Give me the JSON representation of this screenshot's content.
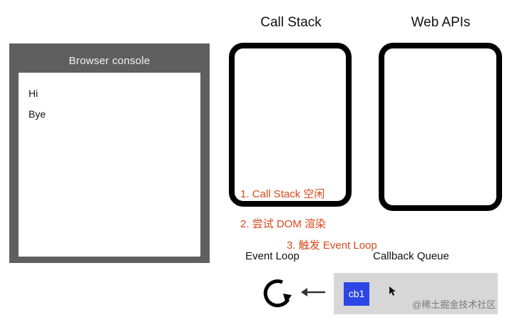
{
  "console": {
    "title": "Browser console",
    "lines": [
      "Hi",
      "Bye"
    ]
  },
  "headings": {
    "call_stack": "Call Stack",
    "web_apis": "Web APIs"
  },
  "steps": [
    "1. Call Stack 空闲",
    "2. 尝试 DOM 渲染",
    "3. 触发 Event Loop"
  ],
  "event_loop": {
    "label": "Event Loop",
    "icon": "circular-arrow-icon"
  },
  "callback_queue": {
    "label": "Callback Queue",
    "items": [
      "cb1"
    ]
  },
  "watermark": "@稀土掘金技术社区",
  "colors": {
    "step_text": "#d9481c",
    "queue_item": "#2d46e6",
    "console_frame": "#5f5f5f",
    "queue_bg": "#d7d7d7"
  }
}
